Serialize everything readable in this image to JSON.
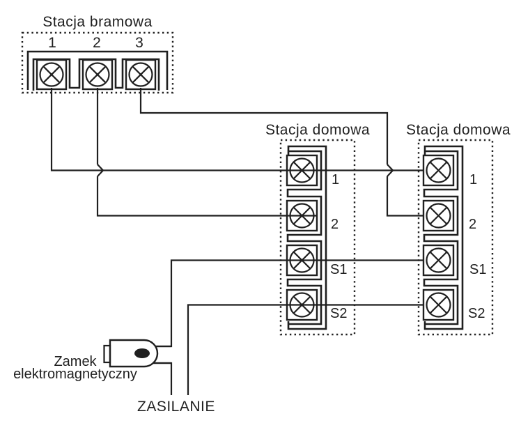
{
  "colors": {
    "ink": "#1f1f1f",
    "background": "#ffffff"
  },
  "gate_station": {
    "title": "Stacja bramowa",
    "terminals": [
      "1",
      "2",
      "3"
    ]
  },
  "home_station_1": {
    "title": "Stacja domowa",
    "terminals": [
      "1",
      "2",
      "S1",
      "S2"
    ]
  },
  "home_station_2": {
    "title": "Stacja domowa",
    "terminals": [
      "1",
      "2",
      "S1",
      "S2"
    ]
  },
  "lock": {
    "label_line1": "Zamek",
    "label_line2": "elektromagnetyczny"
  },
  "power": {
    "label": "ZASILANIE"
  }
}
